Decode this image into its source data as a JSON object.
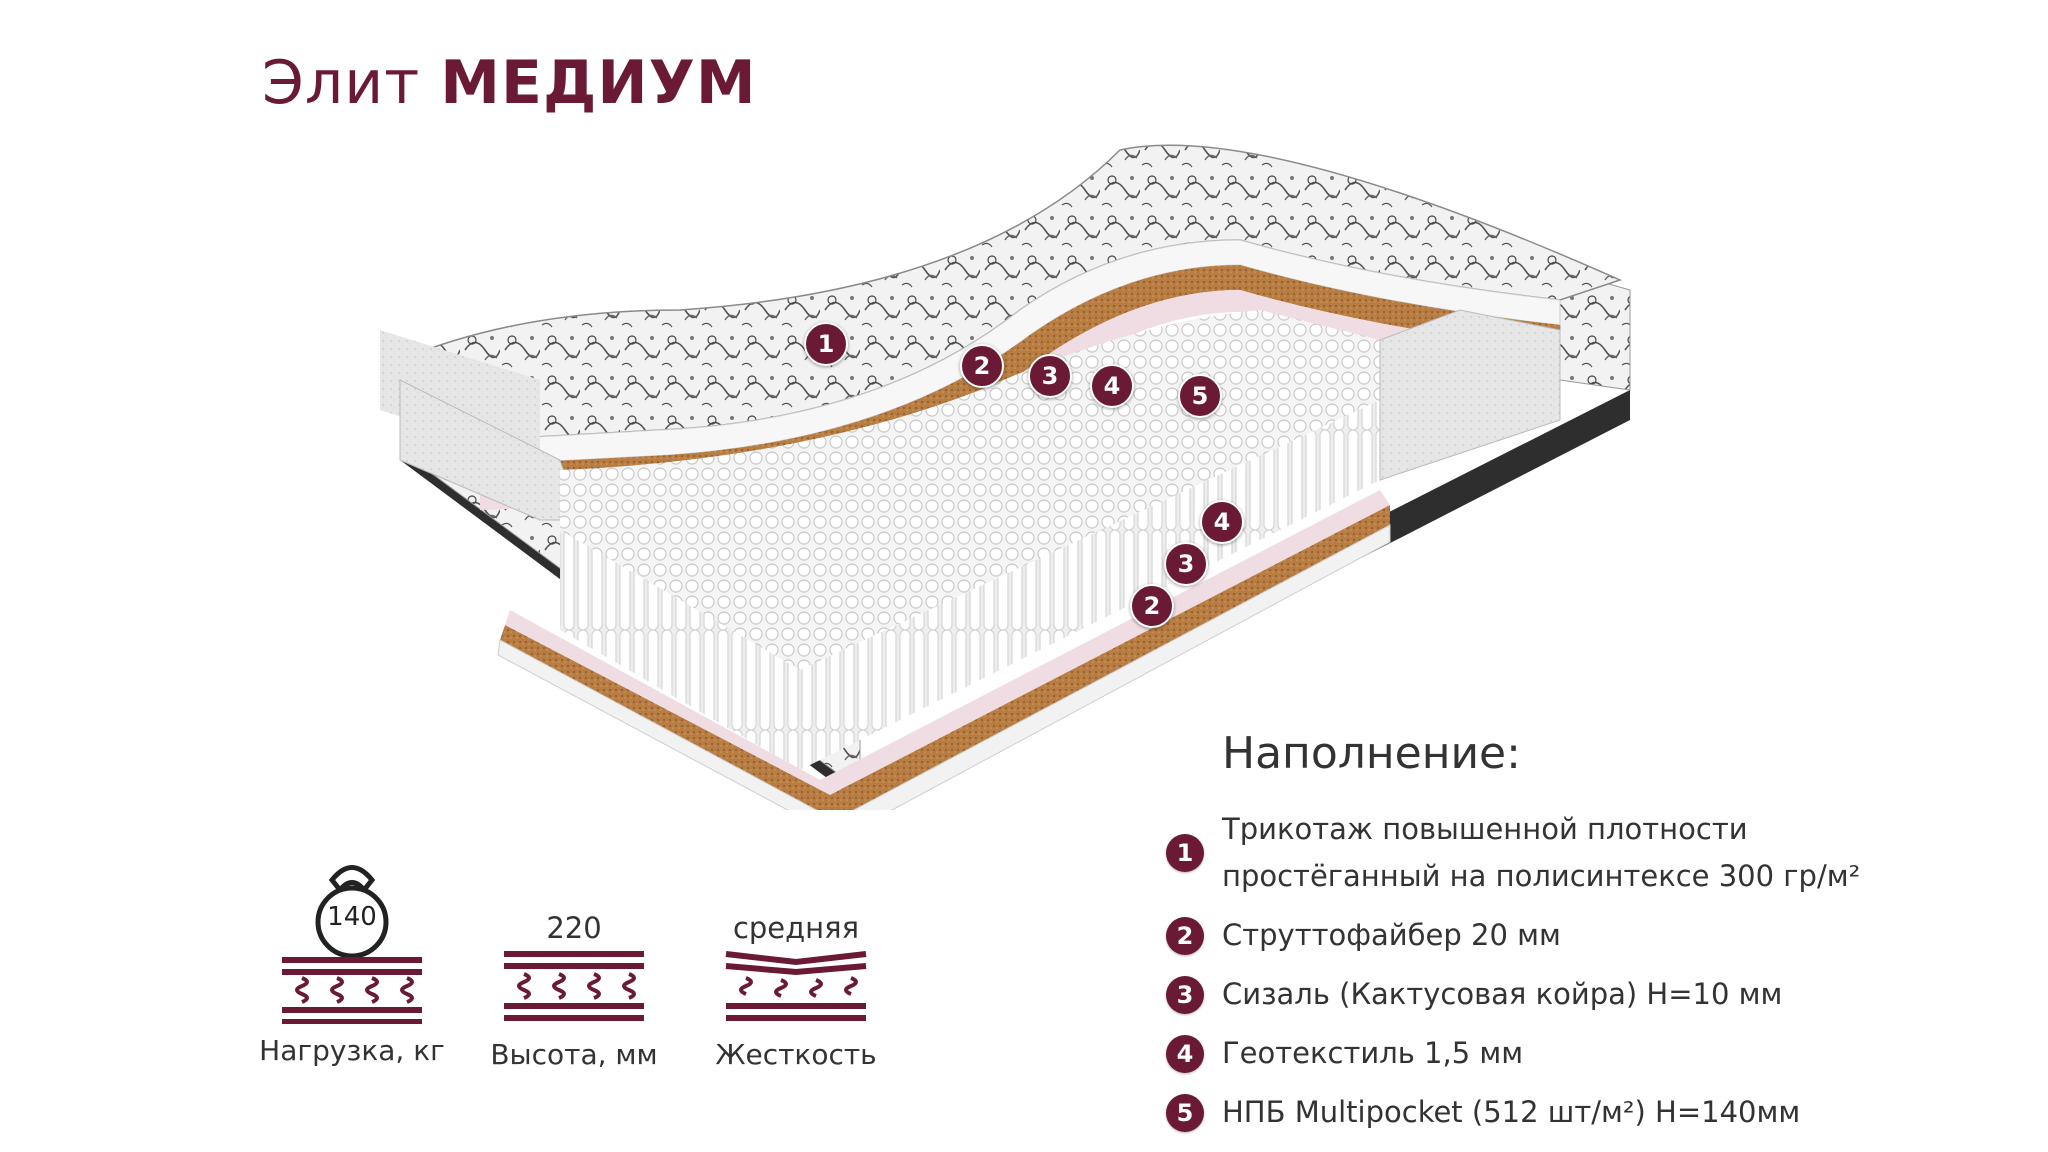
{
  "title": {
    "light": "Элит",
    "bold": "МЕДИУМ"
  },
  "colors": {
    "accent": "#6b1a35",
    "text": "#333333",
    "cork": "#b87d42",
    "foam": "#e8e8e8"
  },
  "filling": {
    "heading": "Наполнение:",
    "items": [
      {
        "num": "1",
        "text_line1": "Трикотаж повышенной плотности",
        "text_line2": "простёганный на полисинтексе 300 гр/м²"
      },
      {
        "num": "2",
        "text": "Струттофайбер 20 мм"
      },
      {
        "num": "3",
        "text": "Сизаль (Кактусовая койра) Н=10 мм"
      },
      {
        "num": "4",
        "text": "Геотекстиль 1,5 мм"
      },
      {
        "num": "5",
        "text": "НПБ Multipocket (512 шт/м²) Н=140мм"
      }
    ]
  },
  "specs": {
    "load": {
      "value": "140",
      "label": "Нагрузка, кг",
      "icon": "kettlebell-icon"
    },
    "height": {
      "value": "220",
      "label": "Высота, мм",
      "icon": "spring-layers-icon"
    },
    "firmness": {
      "value": "средняя",
      "label": "Жесткость",
      "icon": "spring-layers-icon"
    }
  },
  "markers": [
    "1",
    "2",
    "3",
    "4",
    "5",
    "4",
    "3",
    "2"
  ]
}
